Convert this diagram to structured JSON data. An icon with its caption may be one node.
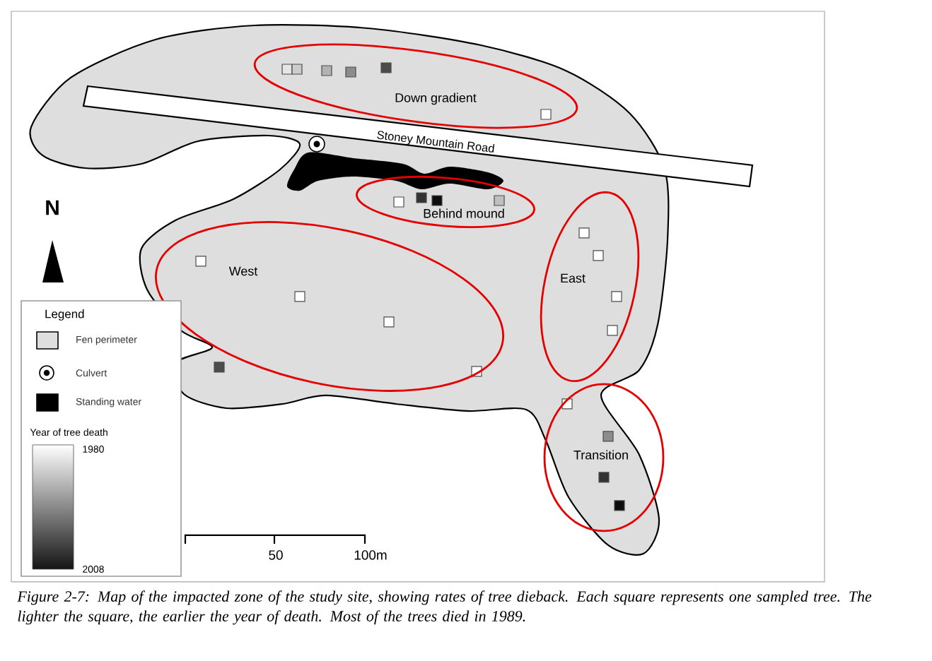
{
  "diagram": {
    "caption": "*Figure 2-7: Map of the impacted zone of the study site, showing rates of tree dieback. Each square represents one sampled tree. The lighter the square, the earlier the year of death. Most of the trees died in 1989.*",
    "nodes": [
      {
        "text": [
          "Down gradient"
        ]
      },
      {
        "text": [
          "Behind mound"
        ]
      },
      {
        "text": [
          "West"
        ]
      },
      {
        "text": [
          "East"
        ]
      },
      {
        "text": [
          "Transition"
        ]
      }
    ],
    "labels": [
      "Stoney Mountain Road",
      "N",
      "Legend",
      "Year of tree death",
      "1980",
      "2008",
      "50",
      "100m"
    ],
    "legend": [
      {
        "text": "Fen perimeter",
        "color": "#dedede"
      },
      {
        "text": "Culvert"
      },
      {
        "text": "Standing water",
        "color": "#000000"
      }
    ]
  }
}
